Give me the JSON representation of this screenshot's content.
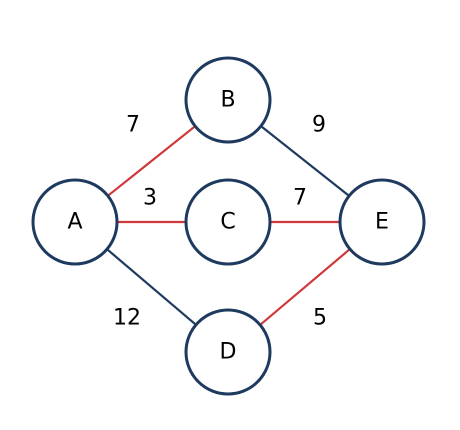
{
  "colors": {
    "highlight": "#d0393b",
    "default": "#1f3a5f"
  },
  "nodes": [
    {
      "id": "A",
      "label": "A"
    },
    {
      "id": "B",
      "label": "B"
    },
    {
      "id": "C",
      "label": "C"
    },
    {
      "id": "D",
      "label": "D"
    },
    {
      "id": "E",
      "label": "E"
    }
  ],
  "edges": [
    {
      "from": "A",
      "to": "B",
      "weight": "7",
      "highlighted": true
    },
    {
      "from": "A",
      "to": "C",
      "weight": "3",
      "highlighted": true
    },
    {
      "from": "A",
      "to": "D",
      "weight": "12",
      "highlighted": false
    },
    {
      "from": "B",
      "to": "E",
      "weight": "9",
      "highlighted": false
    },
    {
      "from": "C",
      "to": "E",
      "weight": "7",
      "highlighted": true
    },
    {
      "from": "D",
      "to": "E",
      "weight": "5",
      "highlighted": true
    }
  ]
}
